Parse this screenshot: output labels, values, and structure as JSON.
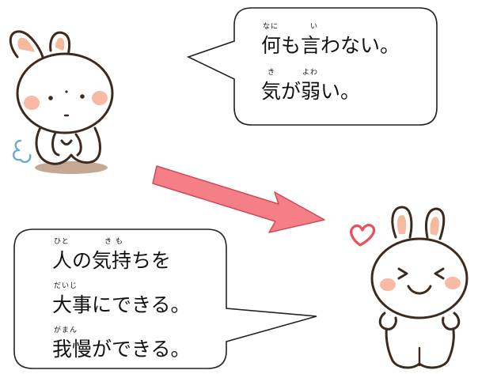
{
  "bubble_top": {
    "line1": {
      "ruby_a": "なに",
      "ruby_b": "い",
      "text": "何も言わない。"
    },
    "line2": {
      "ruby_a": "き",
      "ruby_b": "よわ",
      "text": "気が弱い。"
    }
  },
  "bubble_bottom": {
    "line1": {
      "ruby_a": "ひと",
      "ruby_b": "き も",
      "text": "人の気持ちを"
    },
    "line2": {
      "ruby_a": "だいじ",
      "text": "大事にできる。"
    },
    "line3": {
      "ruby_a": "がまん",
      "text": "我慢ができる。"
    }
  },
  "colors": {
    "arrow_fill": "#f47f86",
    "arrow_stroke": "#d14a58",
    "heart": "#e8505b",
    "cheek": "#f7a78f",
    "ear_inner": "#f5b9a0",
    "outline": "#3d2a1e",
    "shadow": "#c4a894",
    "breath": "#6aaad6"
  },
  "icons": {
    "sad_character": "sad-rabbit-icon",
    "happy_character": "happy-rabbit-icon",
    "heart": "heart-icon",
    "arrow": "arrow-icon",
    "sigh": "sigh-icon"
  }
}
